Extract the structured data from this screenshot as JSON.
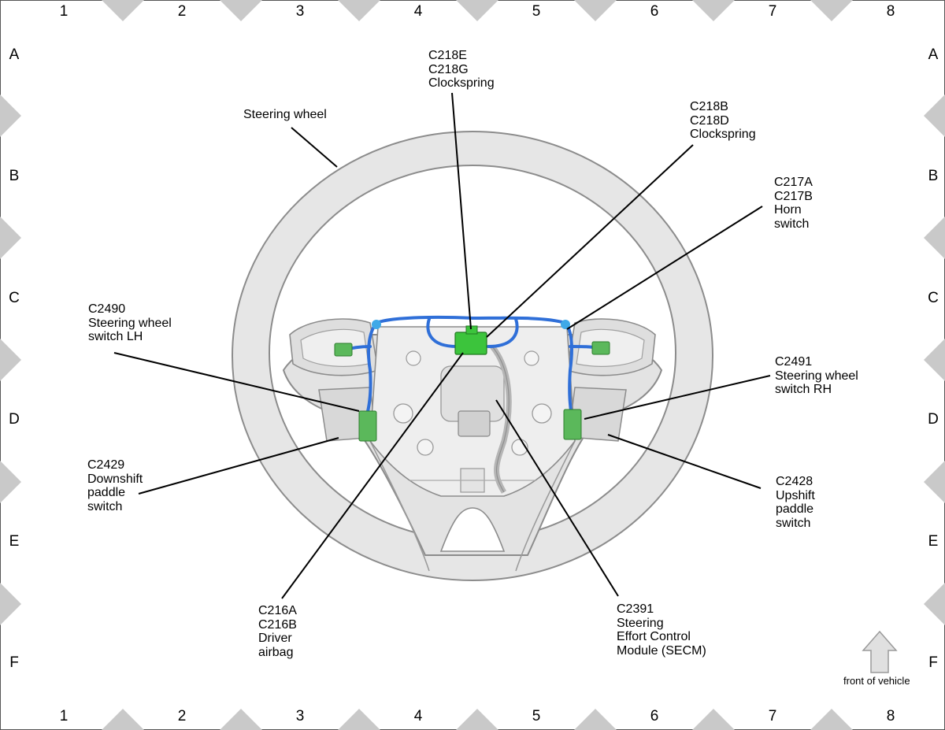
{
  "grid": {
    "columns": [
      "1",
      "2",
      "3",
      "4",
      "5",
      "6",
      "7",
      "8"
    ],
    "rows": [
      "A",
      "B",
      "C",
      "D",
      "E",
      "F"
    ]
  },
  "callouts": {
    "steering_wheel": [
      "Steering wheel"
    ],
    "c218e": [
      "C218E",
      "C218G",
      "Clockspring"
    ],
    "c218b": [
      "C218B",
      "C218D",
      "Clockspring"
    ],
    "c217a": [
      "C217A",
      "C217B",
      "Horn",
      "switch"
    ],
    "c2490": [
      "C2490",
      "Steering wheel",
      "switch LH"
    ],
    "c2491": [
      "C2491",
      "Steering wheel",
      "switch RH"
    ],
    "c2429": [
      "C2429",
      "Downshift",
      "paddle",
      "switch"
    ],
    "c2428": [
      "C2428",
      "Upshift",
      "paddle",
      "switch"
    ],
    "c216a": [
      "C216A",
      "C216B",
      "Driver",
      "airbag"
    ],
    "c2391": [
      "C2391",
      "Steering",
      "Effort Control",
      "Module (SECM)"
    ]
  },
  "front_of_vehicle": "front of vehicle",
  "colors": {
    "harness": "#2f6fd8",
    "connector": "#3cc43c",
    "connector_dim": "#5bb85b",
    "clip": "#3fa9e8",
    "wheel_fill": "#e6e6e6",
    "wheel_stroke": "#8c8c8c",
    "border_marker": "#c9c9c9"
  }
}
